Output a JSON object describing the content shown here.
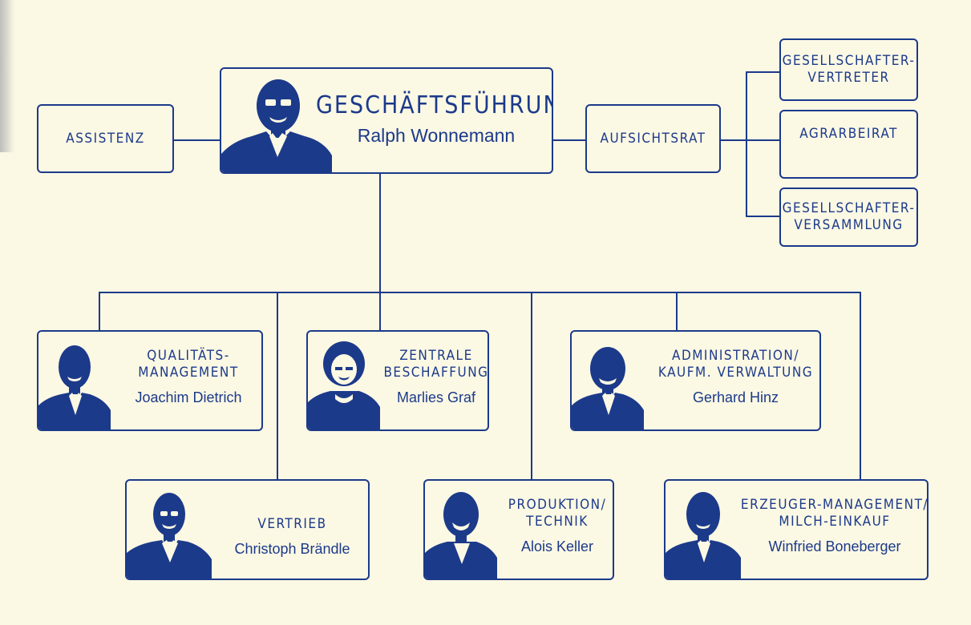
{
  "colors": {
    "ink": "#1c3a8a",
    "paper": "#fbf8e4"
  },
  "ceo": {
    "title": "GESCHÄFTSFÜHRUNG",
    "name": "Ralph Wonnemann"
  },
  "assistant": {
    "label": "ASSISTENZ"
  },
  "board": {
    "label": "AUFSICHTSRAT"
  },
  "board_bodies": [
    {
      "line1": "GESELLSCHAFTER-",
      "line2": "VERTRETER"
    },
    {
      "line1": "AGRARBEIRAT",
      "line2": ""
    },
    {
      "line1": "GESELLSCHAFTER-",
      "line2": "VERSAMMLUNG"
    }
  ],
  "departments": {
    "quality": {
      "line1": "QUALITÄTS-",
      "line2": "MANAGEMENT",
      "name": "Joachim Dietrich"
    },
    "purchasing": {
      "line1": "ZENTRALE",
      "line2": "BESCHAFFUNG",
      "name": "Marlies Graf"
    },
    "admin": {
      "line1": "ADMINISTRATION/",
      "line2": "KAUFM. VERWALTUNG",
      "name": "Gerhard Hinz"
    },
    "sales": {
      "line1": "VERTRIEB",
      "name": "Christoph Brändle"
    },
    "production": {
      "line1": "PRODUKTION/",
      "line2": "TECHNIK",
      "name": "Alois Keller"
    },
    "producer": {
      "line1": "ERZEUGER-MANAGEMENT/",
      "line2": "MILCH-EINKAUF",
      "name": "Winfried Boneberger"
    }
  }
}
